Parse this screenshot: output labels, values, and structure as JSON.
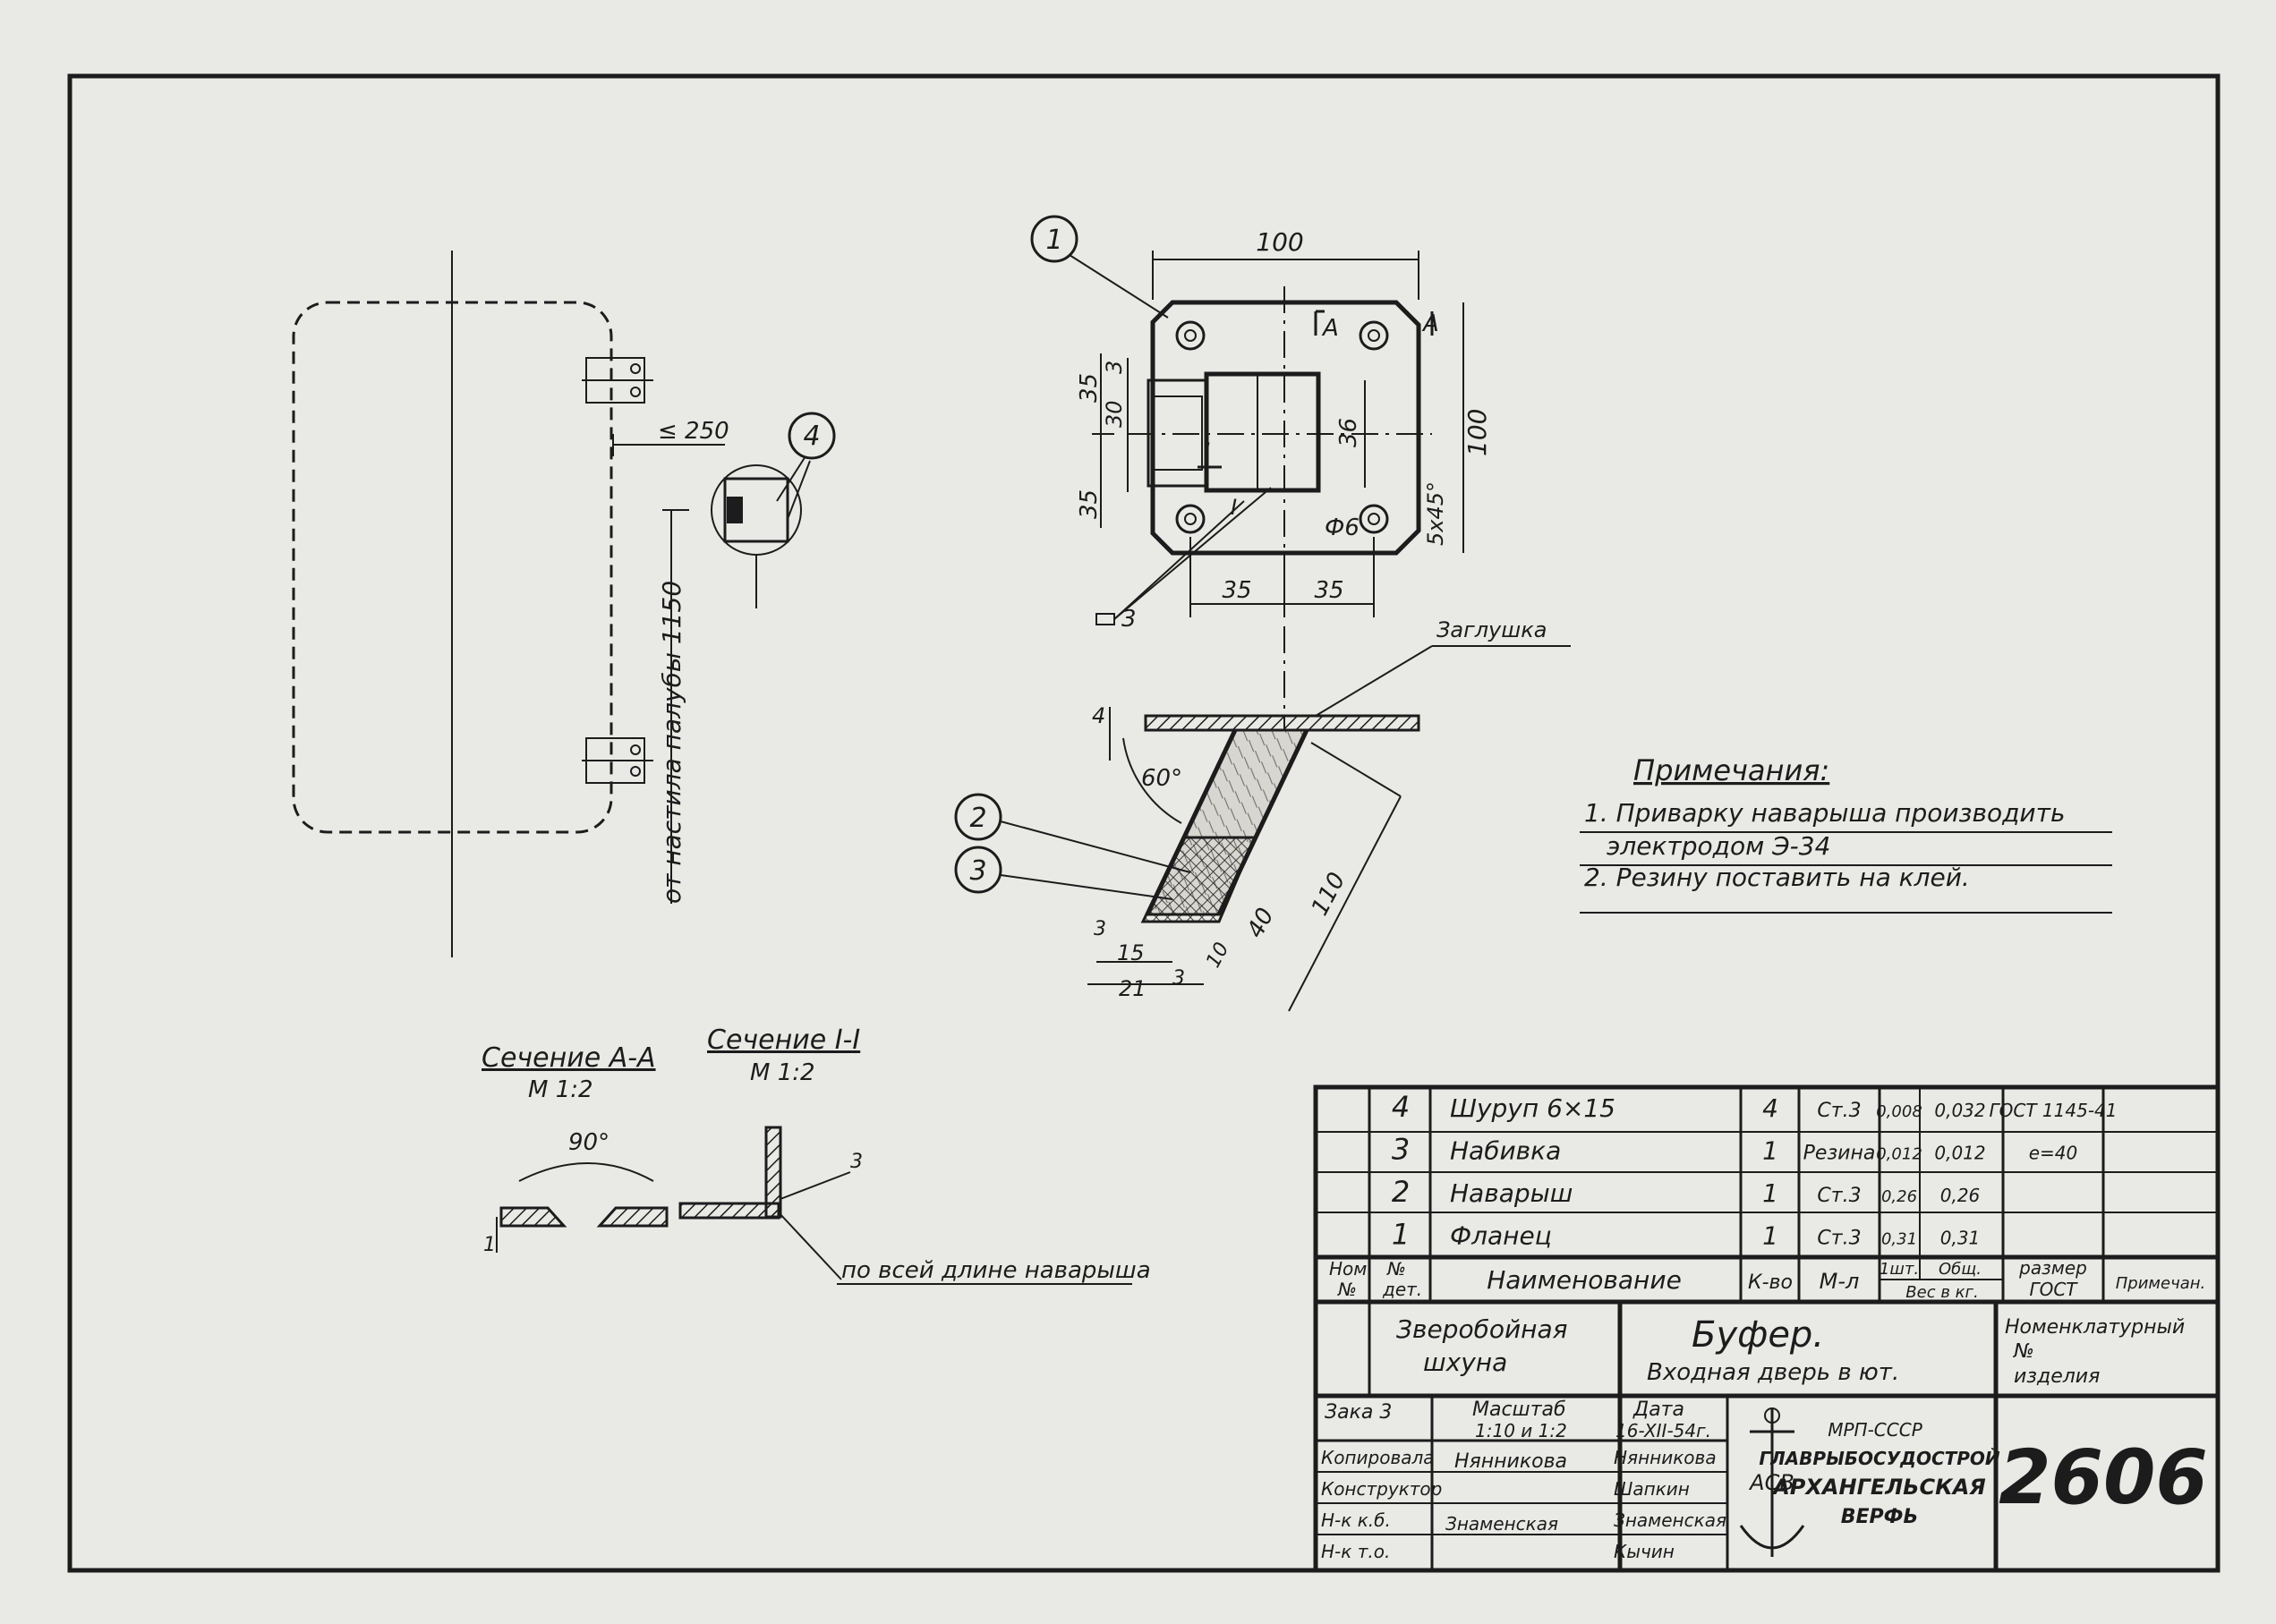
{
  "drawing": {
    "callouts": {
      "c1": "1",
      "c2": "2",
      "c3": "3",
      "c4": "4",
      "weld_leg": "3"
    },
    "plan": {
      "dim_top": "100",
      "dim_right": "100",
      "dim_left_top": "35",
      "dim_left_bottom": "35",
      "dim_3": "3",
      "dim_30": "30",
      "dim_36": "36",
      "chamfer": "5x45°",
      "hole": "Ф6",
      "dim_bottom_1": "35",
      "dim_bottom_2": "35",
      "section_a": "A",
      "section_a2": "A",
      "section_i": "I",
      "section_i2": "I"
    },
    "side": {
      "label_plug": "Заглушка",
      "dim_4": "4",
      "angle": "60°",
      "dim_110": "110",
      "dim_40": "40",
      "dim_10": "10",
      "dim_15": "15",
      "dim_21": "21",
      "dim_3a": "3",
      "dim_3b": "3"
    },
    "door": {
      "dim_250": "≤ 250",
      "dim_1150": "от настила палубы 1150"
    },
    "notes": {
      "title": "Примечания:",
      "line1": "1. Приварку наварыша производить",
      "line2": "электродом Э-34",
      "line3": "2. Резину поставить на клей."
    },
    "section_aa": {
      "title": "Сечение А-А",
      "scale": "М 1:2",
      "angle": "90°",
      "dim": "1"
    },
    "section_ii": {
      "title": "Сечение I-I",
      "scale": "М 1:2",
      "weld_note": "по всей длине наварыша"
    }
  },
  "bom": {
    "rows": [
      {
        "pos": "4",
        "name": "Шуруп 6×15",
        "qty": "4",
        "mat": "Ст.3",
        "w1": "0,008",
        "w2": "0,032",
        "size": "ГОСТ 1145-41",
        "note": ""
      },
      {
        "pos": "3",
        "name": "Набивка",
        "qty": "1",
        "mat": "Резина",
        "w1": "0,012",
        "w2": "0,012",
        "size": "е=40",
        "note": ""
      },
      {
        "pos": "2",
        "name": "Наварыш",
        "qty": "1",
        "mat": "Ст.3",
        "w1": "0,26",
        "w2": "0,26",
        "size": "",
        "note": ""
      },
      {
        "pos": "1",
        "name": "Фланец",
        "qty": "1",
        "mat": "Ст.3",
        "w1": "0,31",
        "w2": "0,31",
        "size": "",
        "note": ""
      }
    ],
    "header": {
      "pos_1": "Ном.",
      "pos_2": "№",
      "det_1": "№",
      "det_2": "дет.",
      "name": "Наименование",
      "qty": "К-во",
      "mat": "М-л",
      "w1": "1шт.",
      "w2": "Общ.",
      "weight": "Вес в кг.",
      "size_1": "размер",
      "size_2": "ГОСТ",
      "note": "Примечан."
    }
  },
  "titleblock": {
    "vessel_1": "Зверобойная",
    "vessel_2": "шхуна",
    "part_title": "Буфер.",
    "part_sub": "Входная дверь в ют.",
    "nomen_1": "Номенклатурный",
    "nomen_2": "№",
    "nomen_3": "изделия",
    "order": "Зака 3",
    "scale_label": "Масштаб",
    "scale_value": "1:10 и 1:2",
    "date_label": "Дата",
    "date_value": "16-XII-54г.",
    "role_1": "Копировала",
    "role_2": "Конструктор",
    "role_3": "Н-к к.б.",
    "role_4": "Н-к т.о.",
    "name_1": "Нянникова",
    "name_2": "Шапкин",
    "name_3": "Знаменская",
    "name_4": "Кычин",
    "sign_1": "Нянникова",
    "sign_2": "Знаменская",
    "logo_text": "АСВ",
    "org_1": "МРП-СССР",
    "org_2": "ГЛАВРЫБОСУДОСТРОЙ",
    "org_3": "АРХАНГЕЛЬСКАЯ",
    "org_4": "ВЕРФЬ",
    "number": "2606"
  }
}
